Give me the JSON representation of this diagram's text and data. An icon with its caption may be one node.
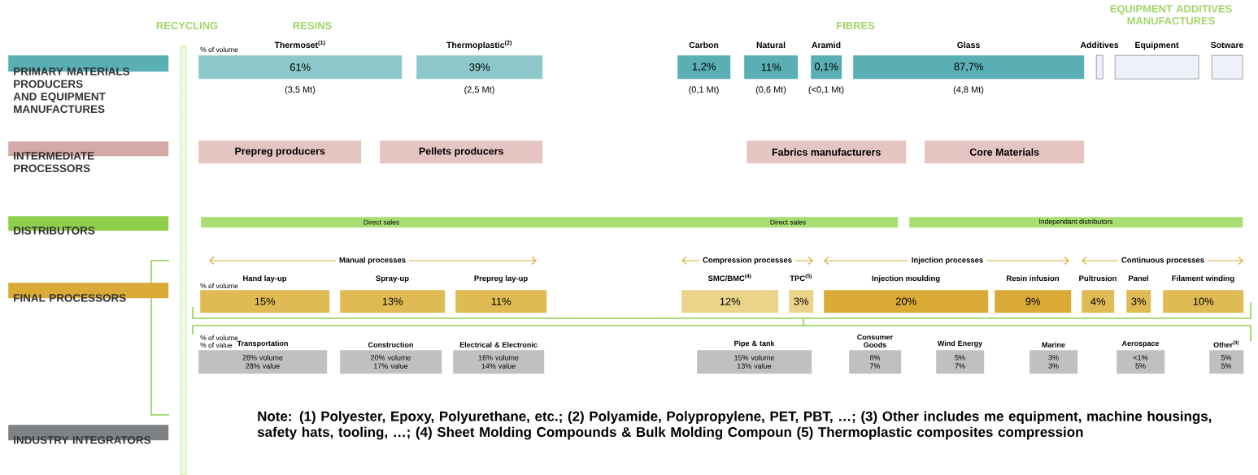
{
  "diagram": {
    "nodes": [
      {
        "text": [
          "PRIMARY MATERIALS PRODUCERS AND EQUIPMENT MANUFACTURES"
        ]
      },
      {
        "text": [
          "INTERMEDIATE PROCESSORS"
        ]
      },
      {
        "text": [
          "DISTRIBUTORS"
        ]
      },
      {
        "text": [
          "FINAL PROCESSORS"
        ]
      },
      {
        "text": [
          "INDUSTRY INTEGRATORS"
        ]
      },
      {
        "text": [
          "Thermoset$^{(1)}$",
          "61%"
        ],
        "beside": [
          "(3,5 Mt)"
        ]
      },
      {
        "text": [
          "Thermoplastic$^{(2)}$",
          "39%"
        ],
        "beside": [
          "(2,5 Mt)"
        ]
      },
      {
        "text": [
          "Carbon",
          "1,2%"
        ],
        "beside": [
          "(0,1 Mt)"
        ]
      },
      {
        "text": [
          "Natural",
          "11%"
        ],
        "beside": [
          "(0,6 Mt)"
        ]
      },
      {
        "text": [
          "Aramid",
          "0,1%"
        ],
        "beside": [
          "(<0,1 Mt)"
        ]
      },
      {
        "text": [
          "Glass",
          "87,7%"
        ],
        "beside": [
          "(4,8 Mt)"
        ]
      },
      {
        "text": [
          "Additives"
        ]
      },
      {
        "text": [
          "Equipment"
        ]
      },
      {
        "text": [
          "Sotware"
        ]
      },
      {
        "text": [
          "Prepreg producers"
        ]
      },
      {
        "text": [
          "Pellets producers"
        ]
      },
      {
        "text": [
          "Fabrics manufacturers"
        ]
      },
      {
        "text": [
          "Core Materials"
        ]
      },
      {
        "text": [
          "Direct sales",
          "Direct sales"
        ]
      },
      {
        "text": [
          "Independant distributors"
        ]
      },
      {
        "text": [
          "Hand lay-up",
          "15%"
        ]
      },
      {
        "text": [
          "Spray-up",
          "13%"
        ]
      },
      {
        "text": [
          "Prepreg lay-up",
          "11%"
        ]
      },
      {
        "text": [
          "SMC/BMC$^{(4)}$",
          "12%"
        ]
      },
      {
        "text": [
          "TPC$^{(5)}$",
          "3%"
        ]
      },
      {
        "text": [
          "Injection moulding",
          "20%"
        ]
      },
      {
        "text": [
          "Resin infusion",
          "9%"
        ]
      },
      {
        "text": [
          "Pultrusion",
          "4%"
        ]
      },
      {
        "text": [
          "Panel",
          "3%"
        ]
      },
      {
        "text": [
          "Filament winding",
          "10%"
        ]
      },
      {
        "text": [
          "Transportation",
          "28% volume 28% value"
        ]
      },
      {
        "text": [
          "Construction",
          "20% volume 17% value"
        ]
      },
      {
        "text": [
          "Electrical & Electronic",
          "16% volume 14% value"
        ]
      },
      {
        "text": [
          "Pipe & tank",
          "15% volume 13% value"
        ]
      },
      {
        "text": [
          "Consumer Goods",
          "8% 7%"
        ]
      },
      {
        "text": [
          "Wind Energy",
          "5% 7%"
        ]
      },
      {
        "text": [
          "Marine",
          "3% 3%"
        ]
      },
      {
        "text": [
          "Aerospace",
          "<1% 5%"
        ]
      },
      {
        "text": [
          "Other$^{(3)}$",
          "5% 5%"
        ]
      }
    ],
    "labels": [
      "RECYCLING",
      "RESINS",
      "FIBRES",
      "EQUIPMENT ADDITIVES MANUFACTURES",
      "% of volume",
      "Manual processes",
      "Compression processes",
      "Injection processes",
      "Continuous processes",
      "% of volume",
      "% of volume",
      "% of value",
      "Note: (1) Polyester, Epoxy, Polyurethane, etc.; (2) Polyamide, Polypropylene, PET, PBT, …; (3) Other includes me equipment, machine housings, safety hats, tooling, …; (4) Sheet Molding Compounds & Bulk Molding Compoun (5) Thermoplastic composites compression"
    ]
  }
}
